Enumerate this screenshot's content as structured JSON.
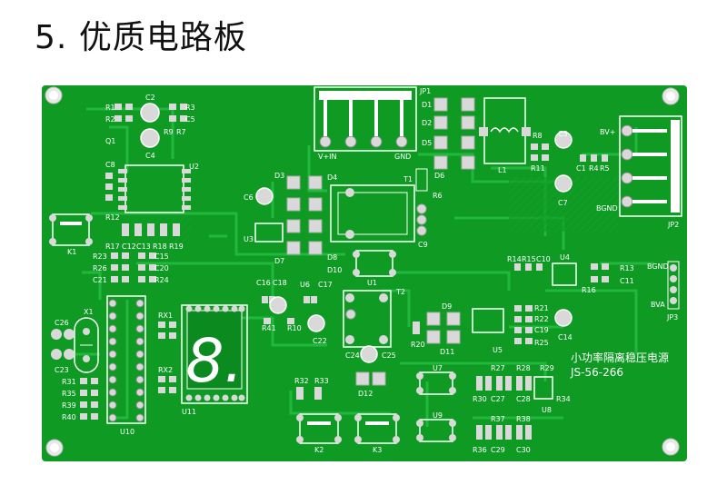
{
  "title": {
    "number": "5.",
    "text": "优质电路板"
  },
  "colors": {
    "board": "#0e9a23",
    "board_dark": "#0b7d1c",
    "trace": "#1fb83a",
    "silk": "#ffffff",
    "pad": "#d9d9d9",
    "pad_edge": "#9a9a9a",
    "display": "#d62020"
  },
  "board_text": {
    "product_name": "小功率隔离稳压电源",
    "model": "JS-56-266"
  },
  "labels": {
    "jp1": "JP1",
    "vin": "V+IN",
    "gnd": "GND",
    "jp2": "JP2",
    "bvp": "BV+",
    "bgnd": "BGND",
    "jp3": "JP3",
    "bgnd3": "BGND",
    "bva": "BVA",
    "l1": "L1",
    "t1": "T1",
    "t2": "T2",
    "k1": "K1",
    "k2": "K2",
    "k3": "K3",
    "u1": "U1",
    "u2": "U2",
    "u3": "U3",
    "u4": "U4",
    "u5": "U5",
    "u6": "U6",
    "u7": "U7",
    "u8": "U8",
    "u9": "U9",
    "u10": "U10",
    "u11": "U11",
    "x1": "X1",
    "rx1": "RX1",
    "rx2": "RX2",
    "q1": "Q1",
    "d12": "D12",
    "d1": "D1",
    "d2": "D2",
    "d5": "D5",
    "d6": "D6",
    "d3": "D3",
    "d4": "D4",
    "d7": "D7",
    "d8": "D8",
    "d9": "D9",
    "d10": "D10",
    "d11": "D11",
    "r1": "R1",
    "r2": "R2",
    "r3": "R3",
    "c2": "C2",
    "c5": "C5",
    "r9": "R9",
    "r7": "R7",
    "c4": "C4",
    "c8": "C8",
    "r12": "R12",
    "r17": "R17",
    "c12": "C12",
    "c13": "C13",
    "r18": "R18",
    "r19": "R19",
    "r23": "R23",
    "c15": "C15",
    "r26": "R26",
    "c20": "C20",
    "c21": "C21",
    "r24": "R24",
    "c6": "C6",
    "r6": "R6",
    "c9": "C9",
    "r8": "R8",
    "c3": "C3",
    "r11": "R11",
    "c1": "C1",
    "r4": "R4",
    "r5": "R5",
    "c7": "C7",
    "r14": "R14",
    "r15": "R15",
    "c10": "C10",
    "r13": "R13",
    "r16": "R16",
    "c11": "C11",
    "c16": "C16",
    "c18": "C18",
    "c17": "C17",
    "r41": "R41",
    "r10": "R10",
    "c22": "C22",
    "c24": "C24",
    "c25": "C25",
    "r20": "R20",
    "r21": "R21",
    "r22": "R22",
    "c19": "C19",
    "r25": "R25",
    "c14": "C14",
    "c26": "C26",
    "c23": "C23",
    "r31": "R31",
    "r35": "R35",
    "r39": "R39",
    "r40": "R40",
    "r32": "R32",
    "r33": "R33",
    "r27": "R27",
    "r28": "R28",
    "r29": "R29",
    "r30": "R30",
    "c27": "C27",
    "c28": "C28",
    "r34": "R34",
    "r37": "R37",
    "r38": "R38",
    "r36": "R36",
    "c29": "C29",
    "c30": "C30"
  },
  "display": {
    "digit": "8."
  }
}
